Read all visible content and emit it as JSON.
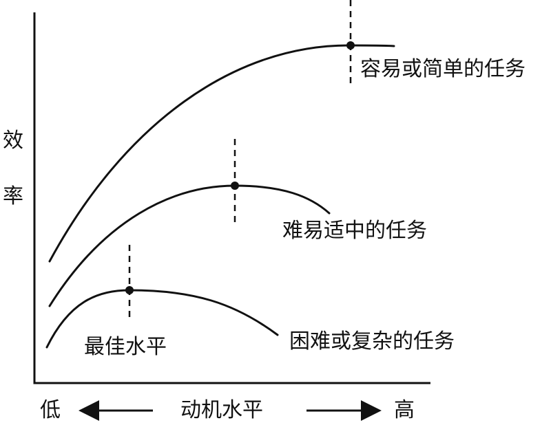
{
  "axes": {
    "y_label_chars": [
      "效",
      "率"
    ],
    "x_label": "动机水平",
    "x_low": "低",
    "x_high": "高"
  },
  "curves": [
    {
      "label": "容易或简单的任务"
    },
    {
      "label": "难易适中的任务"
    },
    {
      "label": "困难或复杂的任务"
    }
  ],
  "optimal_label": "最佳水平"
}
